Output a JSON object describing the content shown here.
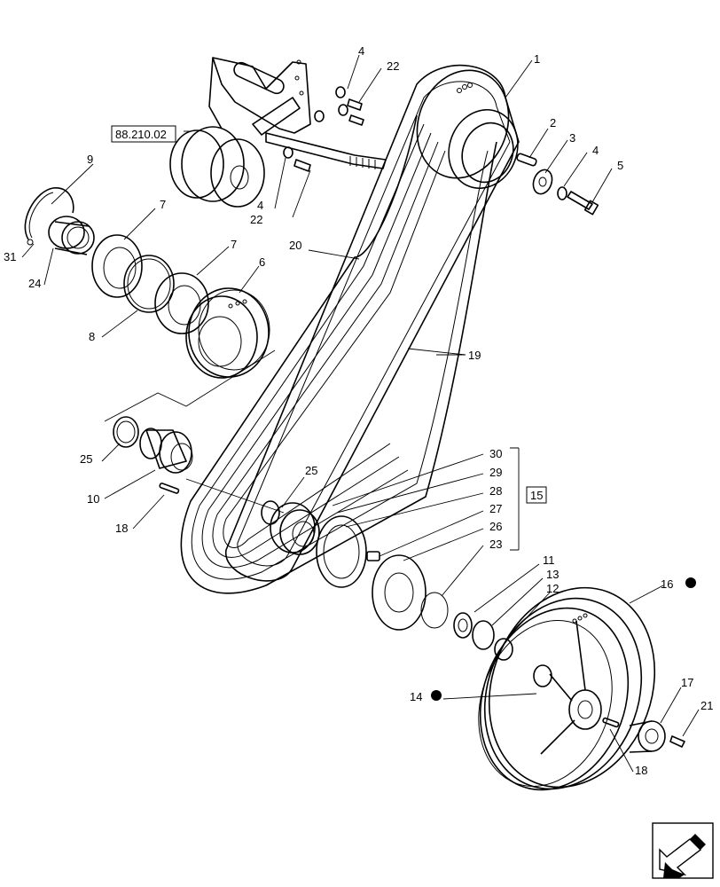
{
  "reference_label": "88.210.02",
  "group_label": "15",
  "callouts": [
    "1",
    "2",
    "3",
    "4",
    "5",
    "4",
    "22",
    "22",
    "4",
    "9",
    "31",
    "24",
    "7",
    "7",
    "8",
    "6",
    "20",
    "19",
    "25",
    "10",
    "18",
    "25",
    "30",
    "29",
    "28",
    "27",
    "26",
    "23",
    "11",
    "13",
    "12",
    "16",
    "14",
    "17",
    "21",
    "18"
  ],
  "marked_callouts": [
    "16",
    "14"
  ],
  "nav_icon": "next-page-arrow-icon"
}
